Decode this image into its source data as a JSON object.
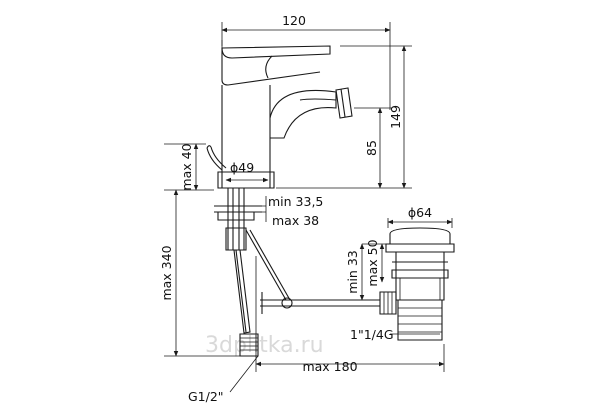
{
  "labels": {
    "width_top": "120",
    "height_total": "149",
    "spout_height": "85",
    "lever_clearance": "max 40",
    "base_diameter": "ϕ49",
    "deck_min": "min 33,5",
    "deck_max": "max 38",
    "hose_length": "max 340",
    "waste_diameter": "ϕ64",
    "waste_min": "min 33",
    "waste_max": "max 50",
    "waste_thread": "1\"1/4G",
    "rod_length": "max 180",
    "hose_thread": "G1/2\""
  },
  "watermark": "3dplitka.ru",
  "colors": {
    "line": "#1a1a1a",
    "text": "#111111",
    "watermark": "#d9d9d9"
  }
}
